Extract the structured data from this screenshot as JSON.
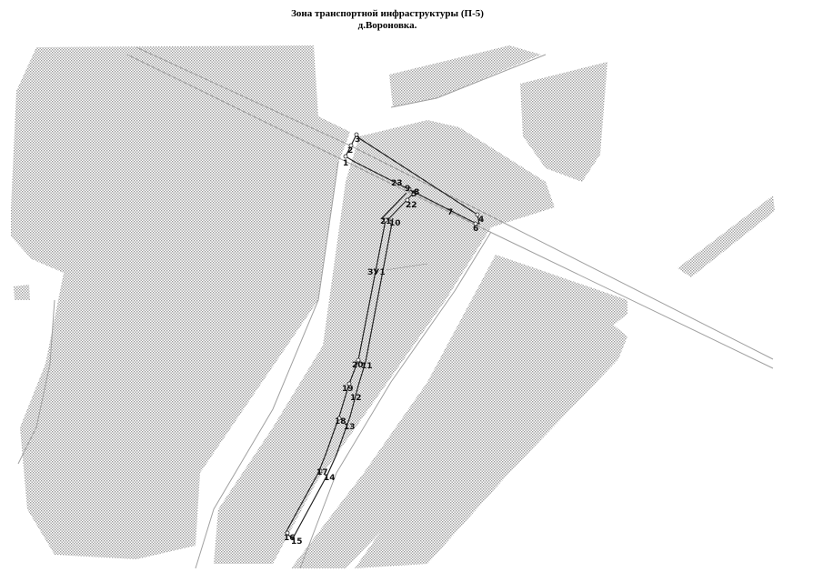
{
  "title": {
    "line1": "Зона транспортной инфраструктуры (П-5)",
    "line2": "д.Вороновка."
  },
  "map": {
    "zone_label": "ЗУ1",
    "point_labels": [
      "1",
      "2",
      "3",
      "4",
      "5",
      "6",
      "7",
      "8",
      "9",
      "10",
      "11",
      "12",
      "13",
      "14",
      "15",
      "16",
      "17",
      "18",
      "19",
      "20",
      "21",
      "22",
      "23"
    ],
    "colors": {
      "hatch": "#a9a9a9",
      "road_line": "#999999",
      "boundary": "#222222",
      "background": "#ffffff"
    }
  }
}
